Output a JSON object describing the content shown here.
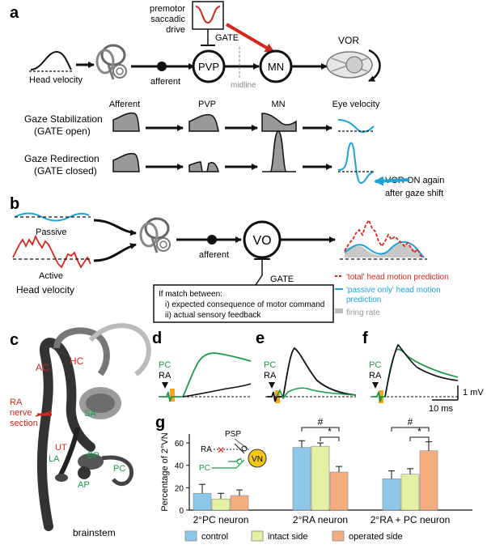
{
  "panel_labels": {
    "a": "a",
    "b": "b",
    "c": "c",
    "d": "d",
    "e": "e",
    "f": "f",
    "g": "g"
  },
  "panel_a": {
    "premotor_line1": "premotor",
    "premotor_line2": "saccadic",
    "premotor_line3": "drive",
    "gate": "GATE",
    "head_velocity": "Head velocity",
    "afferent": "afferent",
    "pvp": "PVP",
    "mn": "MN",
    "vor": "VOR",
    "midline": "midline",
    "col_afferent": "Afferent",
    "col_pvp": "PVP",
    "col_mn": "MN",
    "col_eye": "Eye velocity",
    "row1_line1": "Gaze Stabilization",
    "row1_line2": "(GATE open)",
    "row2_line1": "Gaze Redirection",
    "row2_line2": "(GATE closed)",
    "vor_on_line1": "VOR ON again",
    "vor_on_line2": "after gaze shift"
  },
  "panel_b": {
    "passive": "Passive",
    "active": "Active",
    "head_velocity": "Head velocity",
    "afferent": "afferent",
    "vo": "VO",
    "gate": "GATE",
    "box_line1": "If match between:",
    "box_line2": "i) expected consequence of motor command",
    "box_line3": "ii) actual sensory feedback",
    "legend_total": "'total' head motion prediction",
    "legend_passive_line1": "'passive only' head motion",
    "legend_passive_line2": "prediction",
    "legend_firing": "firing rate",
    "color_total": "#d7261e",
    "color_passive": "#1fa3d6",
    "color_firing": "#bdbdbd"
  },
  "panel_c": {
    "ac": "AC",
    "hc": "HC",
    "ra_line1": "RA",
    "ra_line2": "nerve",
    "ra_line3": "section",
    "sa": "SA",
    "ut": "UT",
    "la": "LA",
    "bp": "BP",
    "pc": "PC",
    "ap": "AP",
    "brainstem": "brainstem"
  },
  "traces": {
    "pc": "PC",
    "ra": "RA",
    "scale_mv": "1 mV",
    "scale_ms": "10 ms",
    "color_pc": "#1a9b4b",
    "color_ra": "#111111",
    "color_stim": "#f5a623"
  },
  "panel_g": {
    "inset_psp": "PSP",
    "inset_ra": "RA",
    "inset_pc": "PC",
    "inset_vn": "VN",
    "legend": [
      {
        "label": "control",
        "color": "#8dc8ea"
      },
      {
        "label": "intact side",
        "color": "#e4f0a4"
      },
      {
        "label": "operated side",
        "color": "#f4ad7e"
      }
    ],
    "sig_hash": "#",
    "sig_star": "*"
  },
  "chart_data": {
    "type": "bar",
    "title": "",
    "xlabel": "",
    "ylabel": "Percentage of 2°VN",
    "ylim": [
      0,
      60
    ],
    "yticks": [
      0,
      20,
      40,
      60
    ],
    "categories": [
      "2°PC neuron",
      "2°RA neuron",
      "2°RA + PC neuron"
    ],
    "series": [
      {
        "name": "control",
        "color": "#8dc8ea",
        "values": [
          15,
          56,
          28
        ],
        "errors": [
          8,
          6,
          7
        ]
      },
      {
        "name": "intact side",
        "color": "#e4f0a4",
        "values": [
          10,
          57,
          32
        ],
        "errors": [
          5,
          3,
          5
        ]
      },
      {
        "name": "operated side",
        "color": "#f4ad7e",
        "values": [
          13,
          34,
          53
        ],
        "errors": [
          5,
          5,
          8
        ]
      }
    ],
    "grid": false,
    "legend": "bottom"
  }
}
